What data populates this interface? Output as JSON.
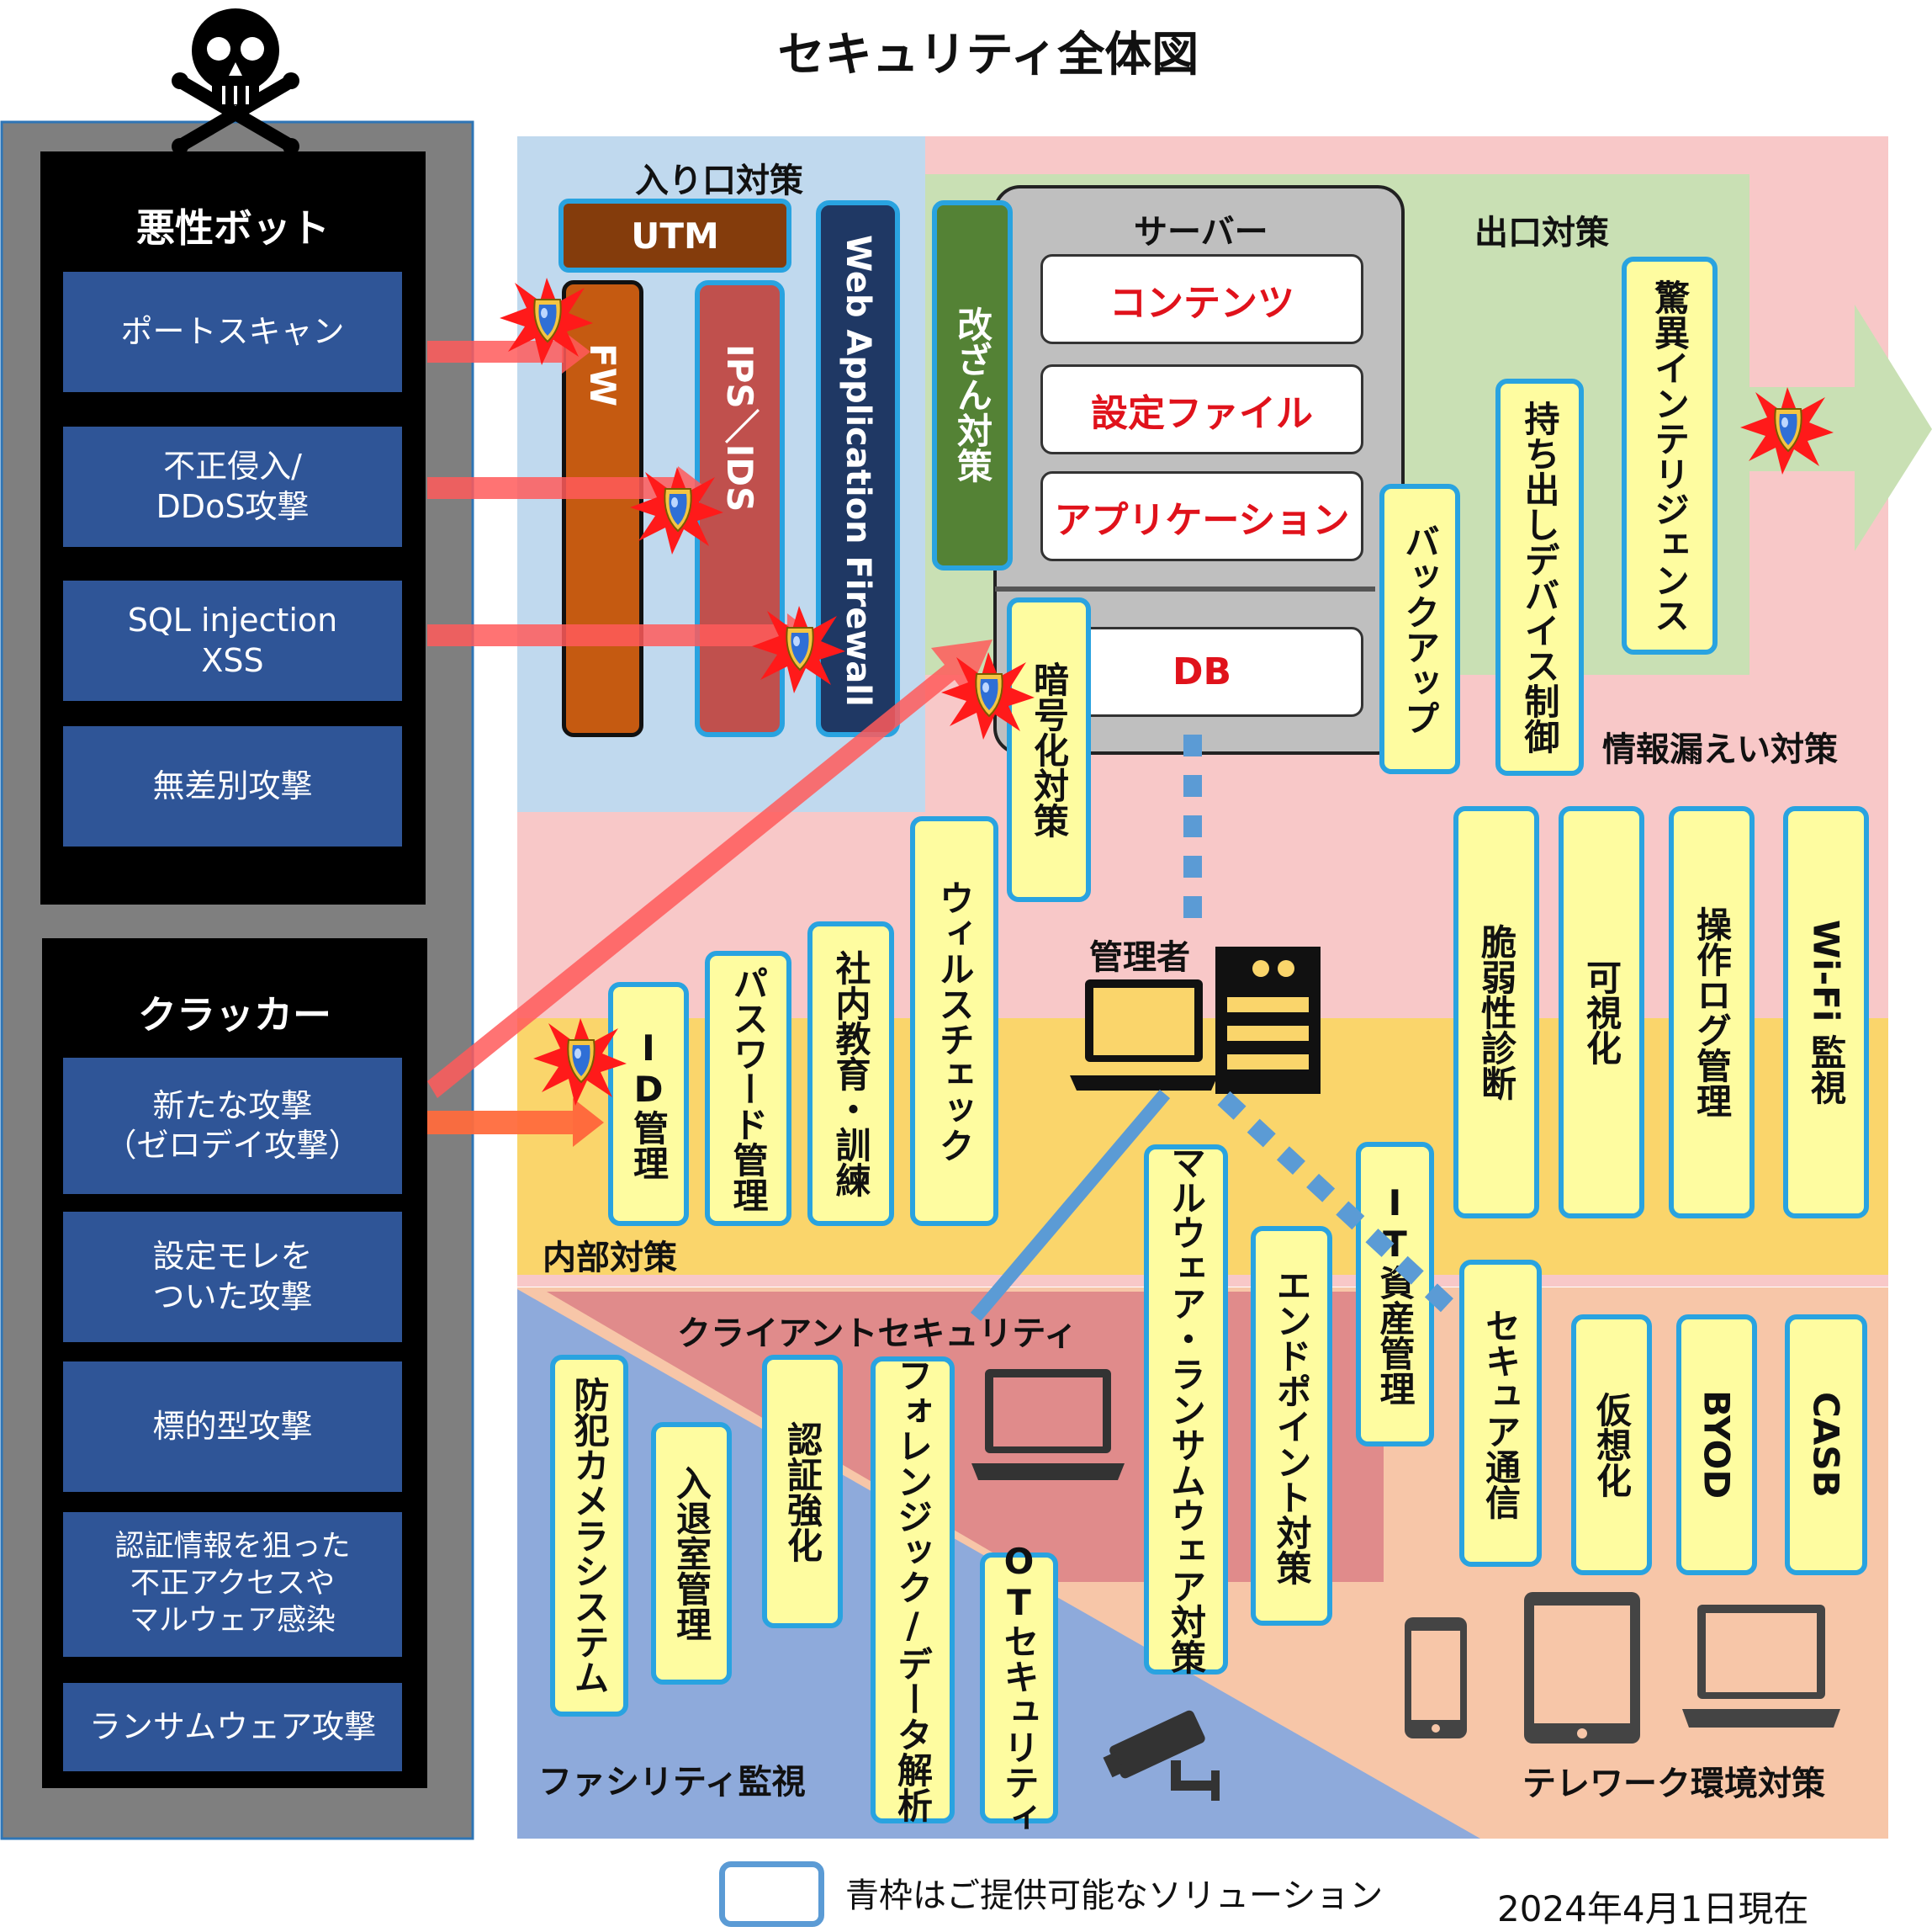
{
  "title": "セキュリティ全体図",
  "attackers": {
    "bot": {
      "title": "悪性ボット",
      "items": [
        "ポートスキャン",
        "不正侵入/\nDDoS攻撃",
        "SQL injection\nXSS",
        "無差別攻撃"
      ]
    },
    "cracker": {
      "title": "クラッカー",
      "items": [
        "新たな攻撃\n（ゼロデイ攻撃）",
        "設定モレを\nついた攻撃",
        "標的型攻撃",
        "認証情報を狙った\n不正アクセスや\nマルウェア感染",
        "ランサムウェア攻撃"
      ]
    }
  },
  "entrance": {
    "label": "入り口対策",
    "utm": "UTM",
    "fw": "FW",
    "ips": "IPS／IDS",
    "waf": "Web Application Firewall"
  },
  "server": {
    "label": "サーバー",
    "tamper": "改ざん対策",
    "items": [
      "コンテンツ",
      "設定ファイル",
      "アプリケーション"
    ],
    "db": "DB",
    "encryption": "暗号化対策",
    "backup": "バックアップ"
  },
  "exit": {
    "label": "出口対策",
    "device_control": "持ち出しデバイス制御",
    "threat_intel": "驚異インテリジェンス"
  },
  "leak": {
    "label": "情報漏えい対策",
    "items": [
      "脆弱性診断",
      "可視化",
      "操作ログ管理",
      "Wi-Fi 監視"
    ]
  },
  "internal": {
    "label": "内部対策",
    "items": [
      "ID管理",
      "パスワード管理",
      "社内教育・訓練",
      "ウィルスチェック"
    ],
    "admin_label": "管理者"
  },
  "client": {
    "label": "クライアントセキュリティ",
    "items": [
      "認証強化",
      "フォレンジック/データ解析",
      "マルウェア・ランサムウェア対策",
      "エンドポイント対策",
      "IT資産管理"
    ]
  },
  "facility": {
    "label": "ファシリティ監視",
    "items": [
      "防犯カメラシステム",
      "入退室管理",
      "OTセキュリティ"
    ]
  },
  "telework": {
    "label": "テレワーク環境対策",
    "items": [
      "セキュア通信",
      "仮想化",
      "BYOD",
      "CASB"
    ]
  },
  "legend": {
    "text": "青枠はご提供可能なソリューション",
    "date": "2024年4月1日現在"
  },
  "colors": {
    "entrance_bg": "#c0d9ee",
    "leak_bg": "#f8c8c8",
    "exit_bg": "#c9e0b4",
    "internal_bg": "#fad56b",
    "client_bg": "#e08b8b",
    "facility_bg": "#8eaadb",
    "telework_bg": "#f7c6a8",
    "threat_box": "#2f5597",
    "solution_border": "#29a3e0",
    "solution_fill": "#fefca0"
  }
}
